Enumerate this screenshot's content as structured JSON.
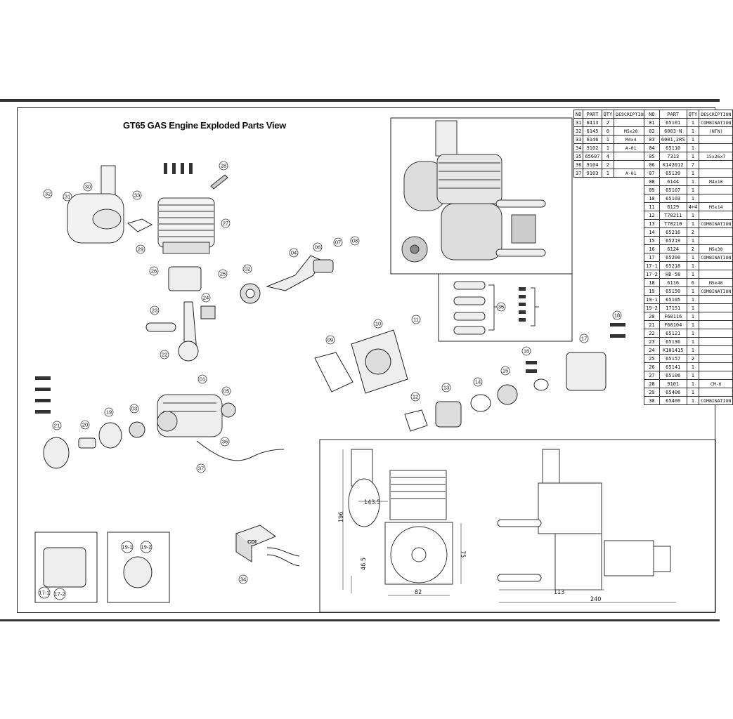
{
  "title": "GT65  GAS Engine Exploded Parts View",
  "table_headers": [
    "NO",
    "PART",
    "QTY",
    "DESCRIPTION"
  ],
  "table_left": [
    [
      "31",
      "6413",
      "2",
      ""
    ],
    [
      "32",
      "6145",
      "6",
      "M5x20"
    ],
    [
      "33",
      "6146",
      "1",
      "M4x4"
    ],
    [
      "34",
      "9102",
      "1",
      "A-01"
    ],
    [
      "35",
      "65607",
      "4",
      ""
    ],
    [
      "36",
      "9104",
      "2",
      ""
    ],
    [
      "37",
      "9103",
      "1",
      "A-01"
    ]
  ],
  "table_right": [
    [
      "01",
      "65101",
      "1",
      "COMBINATION"
    ],
    [
      "02",
      "6003-N",
      "1",
      "(NTN)"
    ],
    [
      "03",
      "6001,2RS",
      "1",
      ""
    ],
    [
      "04",
      "65110",
      "1",
      ""
    ],
    [
      "05",
      "7313",
      "1",
      "15x26x7"
    ],
    [
      "06",
      "K142012",
      "7",
      ""
    ],
    [
      "07",
      "65139",
      "1",
      ""
    ],
    [
      "08",
      "6144",
      "1",
      "M4x10"
    ],
    [
      "09",
      "65107",
      "1",
      ""
    ],
    [
      "10",
      "65103",
      "1",
      ""
    ],
    [
      "11",
      "6129",
      "4+4",
      "M5x14"
    ],
    [
      "12",
      "T70211",
      "1",
      ""
    ],
    [
      "13",
      "T70210",
      "1",
      "COMBINATION"
    ],
    [
      "14",
      "65216",
      "2",
      ""
    ],
    [
      "15",
      "65219",
      "1",
      ""
    ],
    [
      "16",
      "6124",
      "2",
      "M5x30"
    ],
    [
      "17",
      "65200",
      "1",
      "COMBINATION"
    ],
    [
      "17-1",
      "65218",
      "1",
      ""
    ],
    [
      "17-2",
      "HD-58",
      "1",
      ""
    ],
    [
      "18",
      "6116",
      "6",
      "M5x40"
    ],
    [
      "19",
      "65150",
      "1",
      "COMBINATION"
    ],
    [
      "19-1",
      "65105",
      "1",
      ""
    ],
    [
      "19-2",
      "17151",
      "1",
      ""
    ],
    [
      "20",
      "F60116",
      "1",
      ""
    ],
    [
      "21",
      "F60104",
      "1",
      ""
    ],
    [
      "22",
      "65121",
      "1",
      ""
    ],
    [
      "23",
      "65136",
      "1",
      ""
    ],
    [
      "24",
      "K101415",
      "1",
      ""
    ],
    [
      "25",
      "65157",
      "2",
      ""
    ],
    [
      "26",
      "65141",
      "1",
      ""
    ],
    [
      "27",
      "65106",
      "1",
      ""
    ],
    [
      "28",
      "9101",
      "1",
      "CM-6"
    ],
    [
      "29",
      "65406",
      "1",
      ""
    ],
    [
      "30",
      "65400",
      "1",
      "COMBINATION"
    ]
  ],
  "callouts": [
    "01",
    "02",
    "03",
    "04",
    "05",
    "06",
    "07",
    "08",
    "09",
    "10",
    "11",
    "12",
    "13",
    "14",
    "15",
    "16",
    "17",
    "18",
    "19",
    "20",
    "21",
    "22",
    "23",
    "24",
    "25",
    "26",
    "27",
    "28",
    "29",
    "30",
    "31",
    "32",
    "33",
    "34",
    "35",
    "36",
    "37",
    "17-1",
    "17-2",
    "19-1",
    "19-2"
  ],
  "dimensions": {
    "height": "196",
    "width_front": "82",
    "offset_front": "46.5",
    "top_offset": "143.5",
    "mount": "75",
    "length": "240",
    "side": "113"
  },
  "cdi_label": "CDI"
}
